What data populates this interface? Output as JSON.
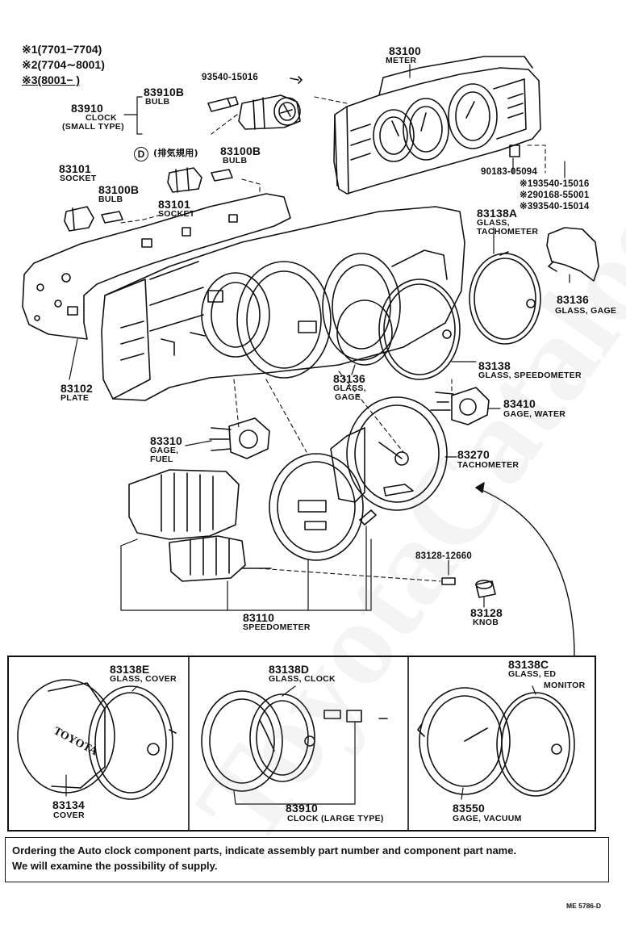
{
  "legend": [
    {
      "mark": "※1",
      "range": "(7701−7704)"
    },
    {
      "mark": "※2",
      "range": "(7704∼8001)"
    },
    {
      "mark": "※3",
      "range": "(8001−        )"
    }
  ],
  "parts": {
    "p83100": {
      "number": "83100",
      "name": "METER"
    },
    "p93540_top": {
      "number": "93540-15016"
    },
    "p83910b": {
      "number": "83910B",
      "name": "BULB"
    },
    "p83910_small": {
      "number": "83910",
      "name1": "CLOCK",
      "name2": "(SMALL TYPE)"
    },
    "d_note": {
      "mark": "D",
      "text": "(排気規用)"
    },
    "p83100b_a": {
      "number": "83100B",
      "name": "BULB"
    },
    "p83101_a": {
      "number": "83101",
      "name": "SOCKET"
    },
    "p83100b_b": {
      "number": "83100B",
      "name": "BULB"
    },
    "p83101_b": {
      "number": "83101",
      "name": "SOCKET"
    },
    "p90183": {
      "number": "90183-05094"
    },
    "screw1": {
      "mark": "※1",
      "number": "93540-15016"
    },
    "screw2": {
      "mark": "※2",
      "number": "90168-55001"
    },
    "screw3": {
      "mark": "※3",
      "number": "93540-15014"
    },
    "p83138a": {
      "number": "83138A",
      "name1": "GLASS,",
      "name2": "TACHOMETER"
    },
    "p83136_r": {
      "number": "83136",
      "name": "GLASS, GAGE"
    },
    "p83102": {
      "number": "83102",
      "name": "PLATE"
    },
    "p83138": {
      "number": "83138",
      "name": "GLASS, SPEEDOMETER"
    },
    "p83136_c": {
      "number": "83136",
      "name1": "GLASS,",
      "name2": "GAGE"
    },
    "p83410": {
      "number": "83410",
      "name": "GAGE, WATER"
    },
    "p83310": {
      "number": "83310",
      "name1": "GAGE,",
      "name2": "FUEL"
    },
    "p83270": {
      "number": "83270",
      "name": "TACHOMETER"
    },
    "p83128_12660": {
      "number": "83128-12660"
    },
    "p83128": {
      "number": "83128",
      "name": "KNOB"
    },
    "p83110": {
      "number": "83110",
      "name": "SPEEDOMETER"
    },
    "p83138e": {
      "number": "83138E",
      "name": "GLASS, COVER"
    },
    "p83138d": {
      "number": "83138D",
      "name": "GLASS, CLOCK"
    },
    "p83138c": {
      "number": "83138C",
      "name1": "GLASS, ED",
      "name2": "MONITOR"
    },
    "p83134": {
      "number": "83134",
      "name": "COVER"
    },
    "p83910_large": {
      "number": "83910",
      "name": "CLOCK (LARGE TYPE)"
    },
    "p83550": {
      "number": "83550",
      "name": "GAGE, VACUUM"
    }
  },
  "cover_logo": "TOYOTA",
  "watermark": "ToyotaCatalog.ru",
  "note": {
    "line1": "Ordering the Auto clock component parts, indicate assembly part number and component part name.",
    "line2": "We will examine the possibility of supply."
  },
  "code": "ME 5786-D"
}
